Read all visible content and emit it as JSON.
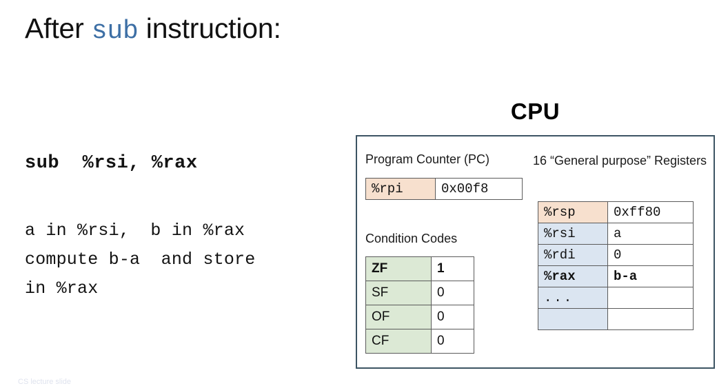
{
  "slide": {
    "title_before": "After ",
    "title_keyword": "sub",
    "title_after": " instruction:",
    "footer_clipped": "CS  lecture  slide"
  },
  "body_text": {
    "instruction": "sub  %rsi, %rax",
    "desc_line_1": "a in %rsi,  b in %rax",
    "desc_line_2": "compute b-a  and store",
    "desc_line_3": "in %rax"
  },
  "cpu": {
    "heading": "CPU",
    "program_counter": {
      "label": "Program Counter (PC)",
      "register": "%rpi",
      "value": "0x00f8"
    },
    "condition_codes": {
      "label": "Condition Codes",
      "rows": [
        {
          "flag": "ZF",
          "value": "1",
          "bold": true
        },
        {
          "flag": "SF",
          "value": "0",
          "bold": false
        },
        {
          "flag": "OF",
          "value": "0",
          "bold": false
        },
        {
          "flag": "CF",
          "value": "0",
          "bold": false
        }
      ]
    },
    "registers": {
      "label": "16 “General purpose” Registers",
      "rows": [
        {
          "name": "%rsp",
          "value": "0xff80",
          "bold": false,
          "tone": "peach"
        },
        {
          "name": "%rsi",
          "value": "a",
          "bold": false,
          "tone": "blue"
        },
        {
          "name": "%rdi",
          "value": "0",
          "bold": false,
          "tone": "blue"
        },
        {
          "name": "%rax",
          "value": "b-a",
          "bold": true,
          "tone": "blue"
        },
        {
          "name": "...",
          "value": "",
          "bold": false,
          "tone": "blue"
        },
        {
          "name": "",
          "value": "",
          "bold": false,
          "tone": "blue"
        }
      ]
    }
  },
  "colors": {
    "keyword_blue": "#3d6fa5",
    "cell_peach": "#f7e0ce",
    "cell_blue": "#dbe5f1",
    "cell_green": "#dce9d5",
    "box_border": "#3c5463"
  }
}
